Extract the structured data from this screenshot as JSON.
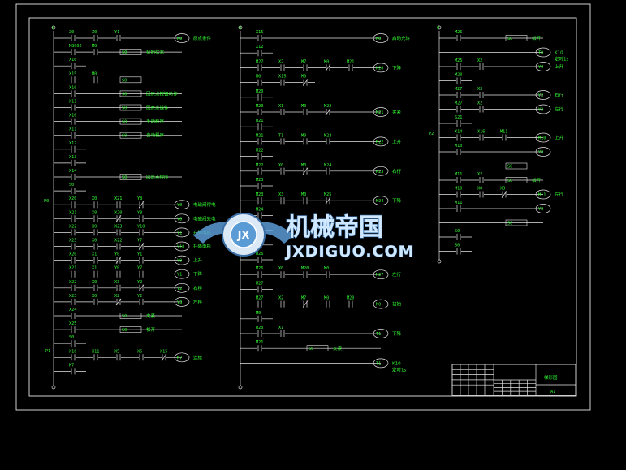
{
  "drawing": {
    "column_marks": [
      "0",
      "0",
      "0"
    ],
    "rung_labels": {
      "p0": "P0",
      "p1": "P1",
      "p2": "P2"
    }
  },
  "columns": [
    {
      "id": "c1",
      "rungs": [
        {
          "c": [
            "Z0",
            "Z0",
            "Y1"
          ],
          "coil": "M0",
          "coil_text": "原点条件"
        },
        {
          "c": [
            "M8002",
            "M0"
          ],
          "box": "S0",
          "note": "初始状态"
        },
        {
          "c": [
            "X10"
          ]
        },
        {
          "c": [
            "X15",
            "M0"
          ],
          "box": "S0"
        },
        {
          "c": [
            "X10"
          ],
          "box": "S0",
          "note": "回原点按钮动作"
        },
        {
          "c": [
            "X11"
          ],
          "box": "S0",
          "note": "回原点操作"
        },
        {
          "c": [
            "X10"
          ],
          "box": "S0",
          "note": "手动程序"
        },
        {
          "c": [
            "X11"
          ],
          "box": "S0",
          "note": "自动程序"
        },
        {
          "c": [
            "X12"
          ]
        },
        {
          "c": [
            "X13"
          ]
        },
        {
          "c": [
            "X14"
          ],
          "box": "S0",
          "note": "回原点程序"
        },
        {
          "c": [
            "S0"
          ]
        },
        {
          "c": [
            "X20",
            "X0",
            "X21",
            "Y8"
          ],
          "coil": "Y0",
          "coil_text": "电磁阀得电"
        },
        {
          "c": [
            "X21",
            "X0",
            "X20",
            "Y8"
          ],
          "coil": "Y0",
          "coil_text": "电磁阀失电"
        },
        {
          "c": [
            "X22",
            "X0",
            "X23",
            "Y10"
          ],
          "coil": "Y1",
          "coil_text": "升降电机"
        },
        {
          "c": [
            "X23",
            "X0",
            "X22",
            "Y7"
          ],
          "coil": "Y10",
          "coil_text": "升降电机"
        },
        {
          "c": [
            "X20",
            "X1",
            "Y0",
            "Y1"
          ],
          "coil": "Y0",
          "coil_text": "上升"
        },
        {
          "c": [
            "X21",
            "X1",
            "Y0",
            "Y7"
          ],
          "coil": "Y1",
          "coil_text": "下降"
        },
        {
          "c": [
            "X22",
            "X0",
            "X3",
            "Y2"
          ],
          "coil": "Y2",
          "coil_text": "右移"
        },
        {
          "c": [
            "X23",
            "X0",
            "X2",
            "Y2"
          ],
          "coil": "Y3",
          "coil_text": "左移"
        },
        {
          "c": [
            "X24"
          ],
          "box": "S0",
          "note": "夹紧"
        },
        {
          "c": [
            "X25"
          ],
          "box": "S0",
          "note": "松开"
        },
        {
          "c": [
            "S0"
          ]
        },
        {
          "c": [
            "X16",
            "X11",
            "X5",
            "X6",
            "X15"
          ],
          "coil": "M7",
          "coil_text": "连续"
        },
        {
          "c": [
            "M7"
          ]
        }
      ]
    },
    {
      "id": "c2",
      "rungs": [
        {
          "c": [
            "X15"
          ],
          "coil": "M0",
          "coil_text": "启动允许"
        },
        {
          "c": [
            "X12"
          ]
        },
        {
          "c": [
            "M27",
            "X2",
            "M7",
            "M0",
            "M21"
          ],
          "coil": "M20",
          "coil_text": "下降"
        },
        {
          "c": [
            "M0",
            "X15",
            "M0"
          ]
        },
        {
          "c": [
            "M20"
          ]
        },
        {
          "c": [
            "M20",
            "X1",
            "M0",
            "M22"
          ],
          "coil": "M21",
          "coil_text": "夹紧"
        },
        {
          "c": [
            "M21"
          ]
        },
        {
          "c": [
            "M21",
            "T1",
            "M0",
            "M23"
          ],
          "coil": "M22",
          "coil_text": "上升"
        },
        {
          "c": [
            "M22"
          ]
        },
        {
          "c": [
            "M22",
            "X0",
            "M0",
            "M24"
          ],
          "coil": "M23",
          "coil_text": "右行"
        },
        {
          "c": [
            "M23"
          ]
        },
        {
          "c": [
            "M23",
            "X3",
            "M0",
            "M25"
          ],
          "coil": "M24",
          "coil_text": "下降"
        },
        {
          "c": [
            "M24"
          ]
        },
        {
          "c": [
            "M24"
          ]
        },
        {
          "c": [
            "M25"
          ]
        },
        {
          "c": [
            "M26"
          ]
        },
        {
          "c": [
            "M26",
            "X0",
            "M20",
            "M0"
          ],
          "coil": "M27",
          "coil_text": "左行"
        },
        {
          "c": [
            "M27"
          ]
        },
        {
          "c": [
            "M27",
            "X2",
            "M7",
            "M0",
            "M20"
          ],
          "coil": "M0",
          "coil_text": "初始"
        },
        {
          "c": [
            "M0"
          ]
        },
        {
          "c": [
            "M20",
            "X1"
          ],
          "coil": "T1",
          "coil_text": "下降"
        },
        {
          "c": [
            "M21"
          ],
          "box": "S0",
          "note": "夹紧"
        },
        {
          "c": [],
          "coil": "T1",
          "coil_text": "K10",
          "note": "定时1s"
        }
      ]
    },
    {
      "id": "c3",
      "rungs": [
        {
          "c": [
            "M26"
          ],
          "box": "S0",
          "note": "松开"
        },
        {
          "c": [],
          "coil": "T0",
          "coil_text": "K10",
          "note": "定时1s"
        },
        {
          "c": [
            "M25",
            "X2"
          ],
          "coil": "Y0",
          "coil_text": "上升"
        },
        {
          "c": [
            "M20"
          ]
        },
        {
          "c": [
            "M27",
            "X3"
          ],
          "coil": "Y2",
          "coil_text": "右行"
        },
        {
          "c": [
            "M27",
            "X2"
          ],
          "coil": "Y3",
          "coil_text": "左行"
        },
        {
          "c": [
            "S21"
          ]
        },
        {
          "c": [
            "X14",
            "X16",
            "M11"
          ],
          "coil": "M10",
          "coil_text": "上升"
        },
        {
          "c": [
            "M10"
          ],
          "coil": "Y0"
        },
        {
          "c": [],
          "box": "S0"
        },
        {
          "c": [
            "M11",
            "X2"
          ],
          "box": "S0",
          "note": "松开"
        },
        {
          "c": [
            "M10",
            "X0",
            "X3"
          ],
          "coil": "M11",
          "coil_text": "左行"
        },
        {
          "c": [
            "M11"
          ],
          "coil": "Y3"
        },
        {
          "c": [],
          "box": "S0"
        },
        {
          "c": [
            "S0"
          ]
        },
        {
          "c": [
            "S0"
          ]
        }
      ]
    }
  ],
  "title_block": {
    "name": "梯形图",
    "sheet": "A1"
  },
  "watermark": {
    "main": "机械帝国",
    "sub": "JXDIGUO.COM",
    "emblem": "JX"
  }
}
